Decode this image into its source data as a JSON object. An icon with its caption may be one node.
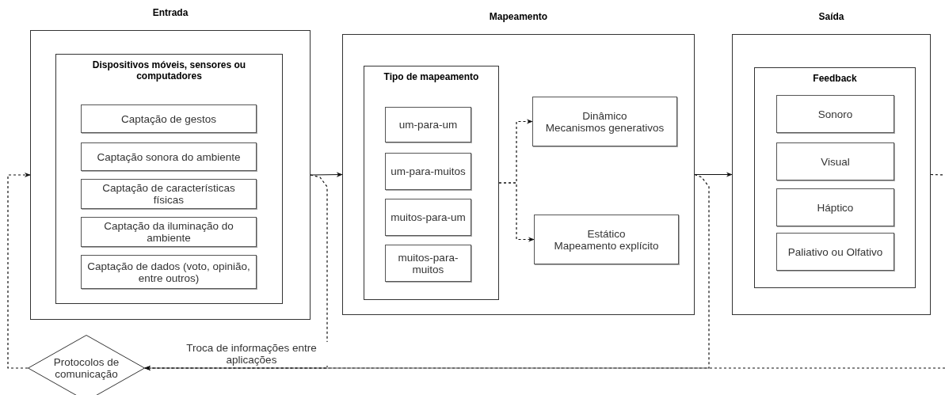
{
  "diagram": {
    "nodes": [
      {
        "text": [
          "Entrada"
        ]
      },
      {
        "text": [
          "Dispositivos móveis, sensores ou computadores"
        ],
        "in": 0
      },
      {
        "text": [
          "Captação de gestos"
        ],
        "in": 1
      },
      {
        "text": [
          "Captação sonora do ambiente"
        ],
        "in": 1
      },
      {
        "text": [
          "Captação de características físicas"
        ],
        "in": 1
      },
      {
        "text": [
          "Captação da iluminação do ambiente"
        ],
        "in": 1
      },
      {
        "text": [
          "Captação de dados (voto, opinião, entre outros)"
        ],
        "in": 1
      },
      {
        "text": [
          "Mapeamento"
        ]
      },
      {
        "text": [
          "Tipo de mapeamento"
        ],
        "in": 7
      },
      {
        "text": [
          "um-para-um"
        ],
        "in": 8
      },
      {
        "text": [
          "um-para-muitos"
        ],
        "in": 8
      },
      {
        "text": [
          "muitos-para-um"
        ],
        "in": 8
      },
      {
        "text": [
          "muitos-para-muitos"
        ],
        "in": 8
      },
      {
        "text": [
          "Dinâmico",
          "Mecanismos generativos"
        ],
        "in": 7
      },
      {
        "text": [
          "Estático",
          "Mapeamento explícito"
        ],
        "in": 7
      },
      {
        "text": [
          "Saída"
        ]
      },
      {
        "text": [
          "Feedback"
        ],
        "in": 15
      },
      {
        "text": [
          "Sonoro"
        ],
        "in": 16
      },
      {
        "text": [
          "Visual"
        ],
        "in": 16
      },
      {
        "text": [
          "Háptico"
        ],
        "in": 16
      },
      {
        "text": [
          "Paliativo ou Olfativo"
        ],
        "in": 16
      },
      {
        "text": [
          "Protocolos de comunicação"
        ]
      }
    ],
    "edges": [
      {
        "from": 0,
        "to": 7,
        "arrow": "to"
      },
      {
        "from": 7,
        "to": 15,
        "arrow": "to"
      },
      {
        "from": 15,
        "to": null,
        "arrow": "none",
        "style": "dashed"
      },
      {
        "from": 0,
        "to": 21,
        "arrow": "to",
        "style": "dashed",
        "label": "Troca de informações entre aplicações"
      },
      {
        "from": 7,
        "to": 21,
        "arrow": "to",
        "style": "dashed"
      },
      {
        "from": null,
        "to": 21,
        "arrow": "to",
        "style": "dashed"
      },
      {
        "from": 21,
        "to": 0,
        "arrow": "to",
        "style": "dashed"
      },
      {
        "from": 8,
        "to": 13,
        "arrow": "to",
        "style": "dashed"
      },
      {
        "from": 8,
        "to": 14,
        "arrow": "to",
        "style": "dashed"
      }
    ]
  }
}
